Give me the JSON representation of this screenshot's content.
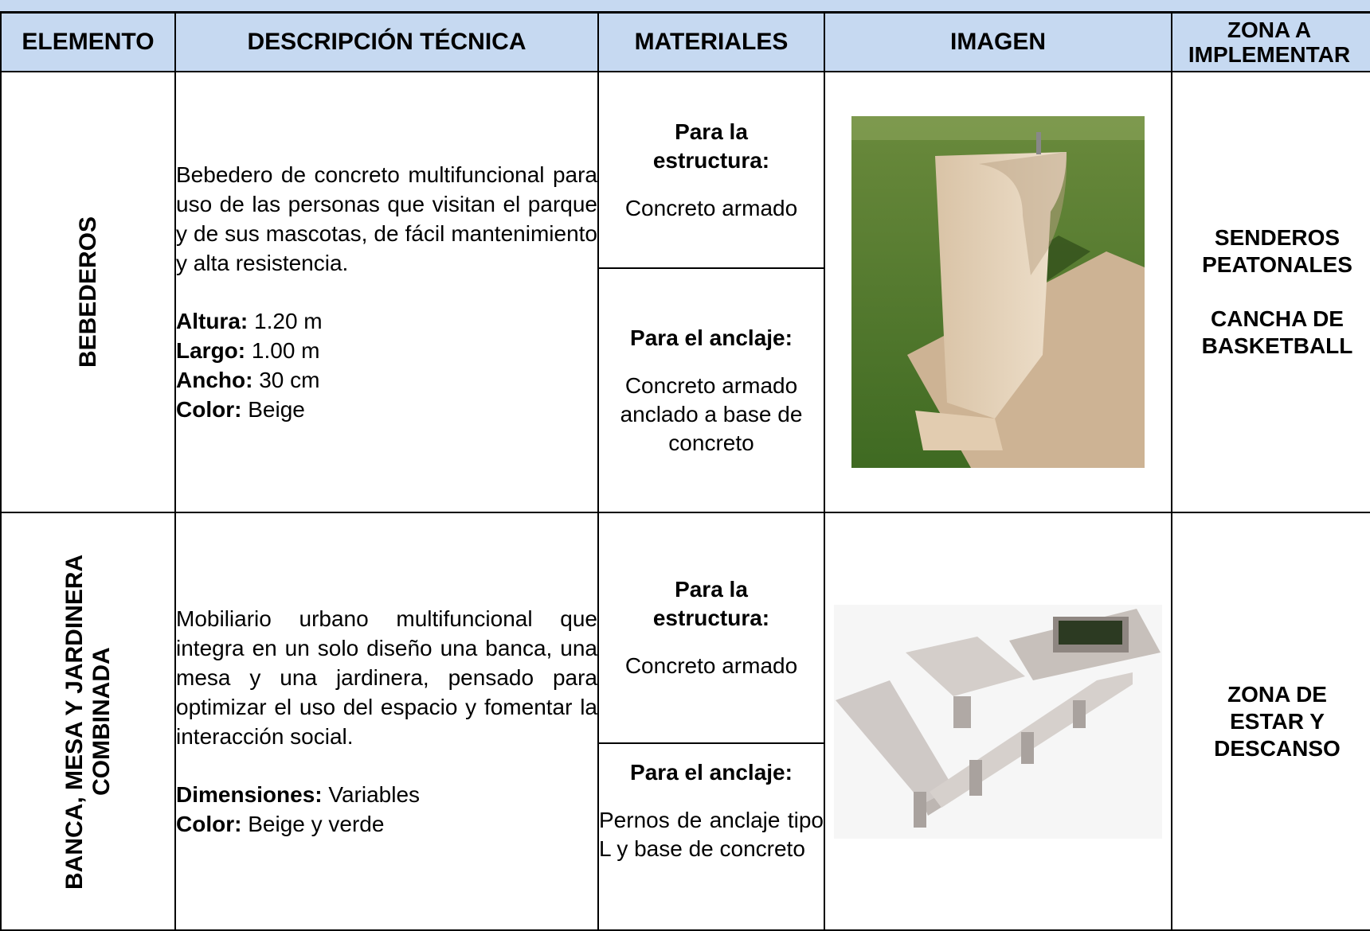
{
  "table": {
    "headers": [
      "ELEMENTO",
      "DESCRIPCIÓN TÉCNICA",
      "MATERIALES",
      "IMAGEN",
      "ZONA A IMPLEMENTAR"
    ],
    "rows": [
      {
        "element": "BEBEDEROS",
        "description": "Bebedero de concreto multifuncional para uso de las personas que visitan el parque y de sus mascotas, de fácil mantenimiento y alta resistencia.",
        "specs": [
          {
            "label": "Altura:",
            "value": "1.20 m"
          },
          {
            "label": "Largo:",
            "value": "1.00 m"
          },
          {
            "label": "Ancho:",
            "value": "30 cm"
          },
          {
            "label": "Color:",
            "value": "Beige"
          }
        ],
        "materials_structure_title": "Para la estructura:",
        "materials_structure": "Concreto armado",
        "materials_anchor_title": "Para el anclaje:",
        "materials_anchor": "Concreto armado anclado a base de concreto",
        "zones": [
          "SENDEROS PEATONALES",
          "CANCHA DE BASKETBALL"
        ]
      },
      {
        "element": "BANCA, MESA Y JARDINERA COMBINADA",
        "description": "Mobiliario urbano multifuncional que integra en un solo diseño una banca, una mesa y una jardinera, pensado para optimizar el uso del espacio y fomentar la interacción social.",
        "specs": [
          {
            "label": "Dimensiones:",
            "value": "Variables"
          },
          {
            "label": "Color:",
            "value": "Beige y verde"
          }
        ],
        "materials_structure_title": "Para la estructura:",
        "materials_structure": "Concreto armado",
        "materials_anchor_title": "Para el anclaje:",
        "materials_anchor": "Pernos de anclaje tipo L y base de concreto",
        "zones": [
          "ZONA DE ESTAR Y DESCANSO"
        ]
      }
    ]
  },
  "colors": {
    "header_bg": "#c6d9f1",
    "border": "#000000"
  }
}
